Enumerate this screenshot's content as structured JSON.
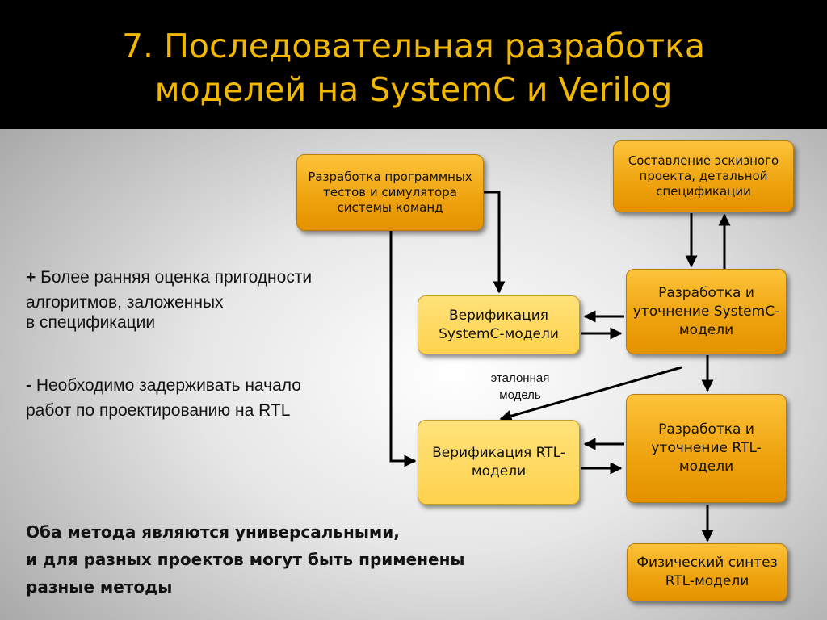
{
  "title": {
    "line1": "7. Последовательная разработка",
    "line2": "моделей на SystemC и Verilog"
  },
  "boxes": {
    "tests": "Разработка программных тестов и симулятора системы команд",
    "spec": "Составление эскизного проекта, детальной спецификации",
    "dev_systemc": "Разработка и уточнение SystemC-модели",
    "verif_systemc": "Верификация SystemC-модели",
    "dev_rtl": "Разработка и уточнение RTL-модели",
    "verif_rtl": "Верификация RTL-модели",
    "synth": "Физический синтез RTL-модели"
  },
  "reference_label": {
    "line1": "эталонная",
    "line2": "модель"
  },
  "pros": {
    "sign": "+",
    "line1": " Более ранняя оценка пригодности",
    "line2": "алгоритмов, заложенных",
    "line3": "в спецификации"
  },
  "cons": {
    "sign": "-",
    "line1": " Необходимо задерживать начало",
    "line2": "работ по проектированию на RTL"
  },
  "conclusion": {
    "line1": "Оба метода являются универсальными,",
    "line2": "и для разных проектов могут быть применены",
    "line3": "разные методы"
  }
}
